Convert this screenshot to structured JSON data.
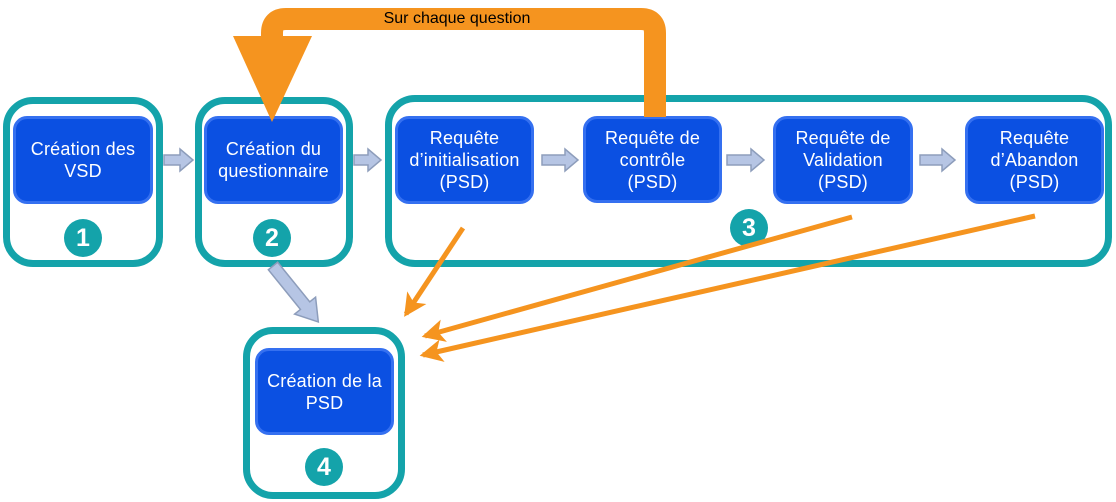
{
  "colors": {
    "teal": "#14a3aa",
    "blue": "#0b50e2",
    "blue_border": "#3570f0",
    "orange": "#f5941f",
    "arrow_gray": "#b6c5e4",
    "arrow_gray_outline": "#8d9dbb",
    "text_on_blue": "#ffffff",
    "loop_label_text": "#000000"
  },
  "loop": {
    "label": "Sur chaque question"
  },
  "stages": {
    "vsd": {
      "line1": "Création des",
      "line2": "VSD",
      "badge": "1"
    },
    "questionnaire": {
      "line1": "Création du",
      "line2": "questionnaire",
      "badge": "2"
    },
    "group": {
      "badge": "3"
    },
    "init": {
      "line1": "Requête",
      "line2": "d’initialisation",
      "line3": "(PSD)"
    },
    "controle": {
      "line1": "Requête de",
      "line2": "contrôle",
      "line3": "(PSD)"
    },
    "validation": {
      "line1": "Requête de",
      "line2": "Validation",
      "line3": "(PSD)"
    },
    "abandon": {
      "line1": "Requête",
      "line2": "d’Abandon",
      "line3": "(PSD)"
    },
    "psd": {
      "line1": "Création de la",
      "line2": "PSD",
      "badge": "4"
    }
  }
}
